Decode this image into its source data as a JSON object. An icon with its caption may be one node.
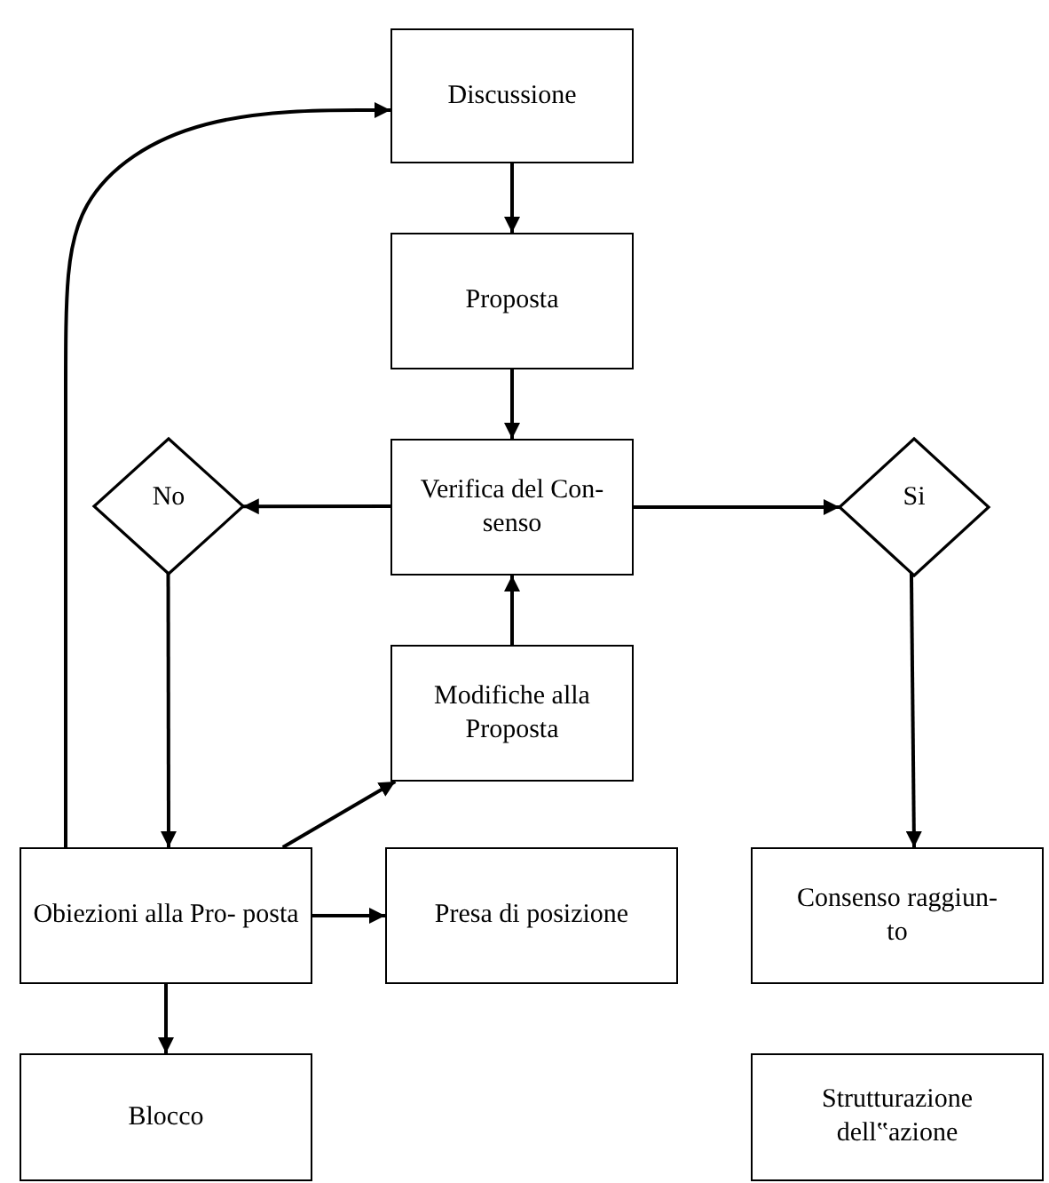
{
  "diagram": {
    "nodes": [
      {
        "text": [
          "Discussione"
        ]
      },
      {
        "text": [
          "Proposta"
        ]
      },
      {
        "text": [
          "Verifica del Con- senso"
        ]
      },
      {
        "text": [
          "No"
        ]
      },
      {
        "text": [
          "Si"
        ]
      },
      {
        "text": [
          "Modifiche alla Proposta"
        ]
      },
      {
        "text": [
          "Obiezioni alla Pro- posta"
        ]
      },
      {
        "text": [
          "Presa di posizione"
        ]
      },
      {
        "text": [
          "Consenso raggiun- to"
        ]
      },
      {
        "text": [
          "Blocco"
        ]
      },
      {
        "text": [
          "Strutturazione dell‟azione"
        ]
      }
    ],
    "edges": [
      {
        "from": 0,
        "to": 1,
        "arrow": "to"
      },
      {
        "from": 1,
        "to": 2,
        "arrow": "to"
      },
      {
        "from": 2,
        "to": 3,
        "arrow": "to"
      },
      {
        "from": 2,
        "to": 4,
        "arrow": "to"
      },
      {
        "from": 5,
        "to": 2,
        "arrow": "to"
      },
      {
        "from": 3,
        "to": 6,
        "arrow": "to"
      },
      {
        "from": 4,
        "to": 8,
        "arrow": "to"
      },
      {
        "from": 6,
        "to": 5,
        "arrow": "to"
      },
      {
        "from": 6,
        "to": 7,
        "arrow": "to"
      },
      {
        "from": 6,
        "to": 9,
        "arrow": "to"
      },
      {
        "from": 6,
        "to": 0,
        "arrow": "to"
      }
    ]
  }
}
